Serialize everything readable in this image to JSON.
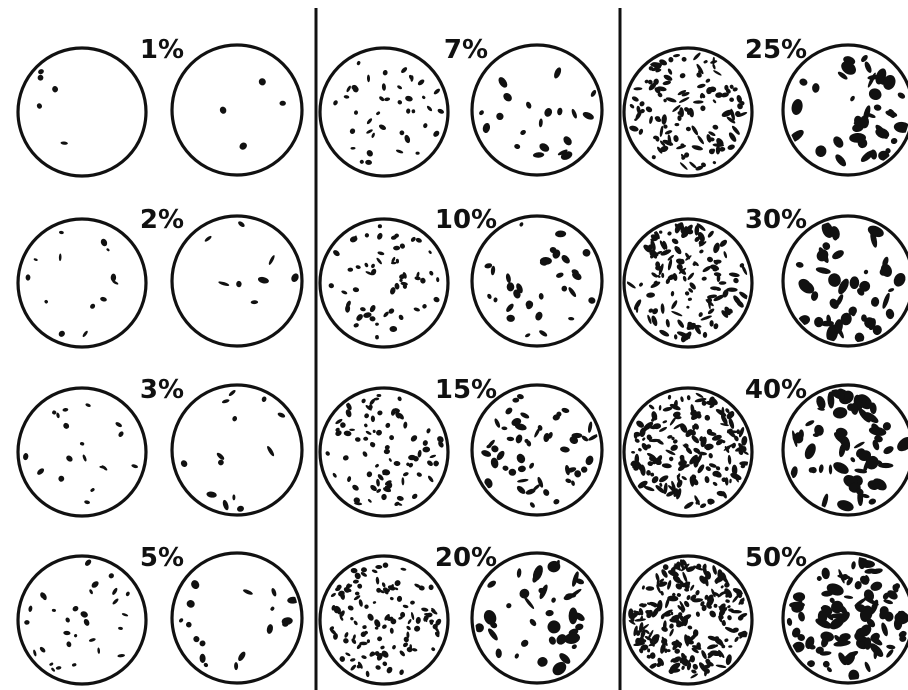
{
  "colors": {
    "ink": "#111111",
    "paper": "#ffffff"
  },
  "panels": [
    {
      "label": "1%",
      "coverage": 0.01
    },
    {
      "label": "2%",
      "coverage": 0.02
    },
    {
      "label": "3%",
      "coverage": 0.03
    },
    {
      "label": "5%",
      "coverage": 0.05
    },
    {
      "label": "7%",
      "coverage": 0.07
    },
    {
      "label": "10%",
      "coverage": 0.1
    },
    {
      "label": "15%",
      "coverage": 0.15
    },
    {
      "label": "20%",
      "coverage": 0.2
    },
    {
      "label": "25%",
      "coverage": 0.25
    },
    {
      "label": "30%",
      "coverage": 0.3
    },
    {
      "label": "40%",
      "coverage": 0.4
    },
    {
      "label": "50%",
      "coverage": 0.5
    }
  ],
  "variants": [
    {
      "name": "fine-spots"
    },
    {
      "name": "coarse-spots"
    }
  ]
}
